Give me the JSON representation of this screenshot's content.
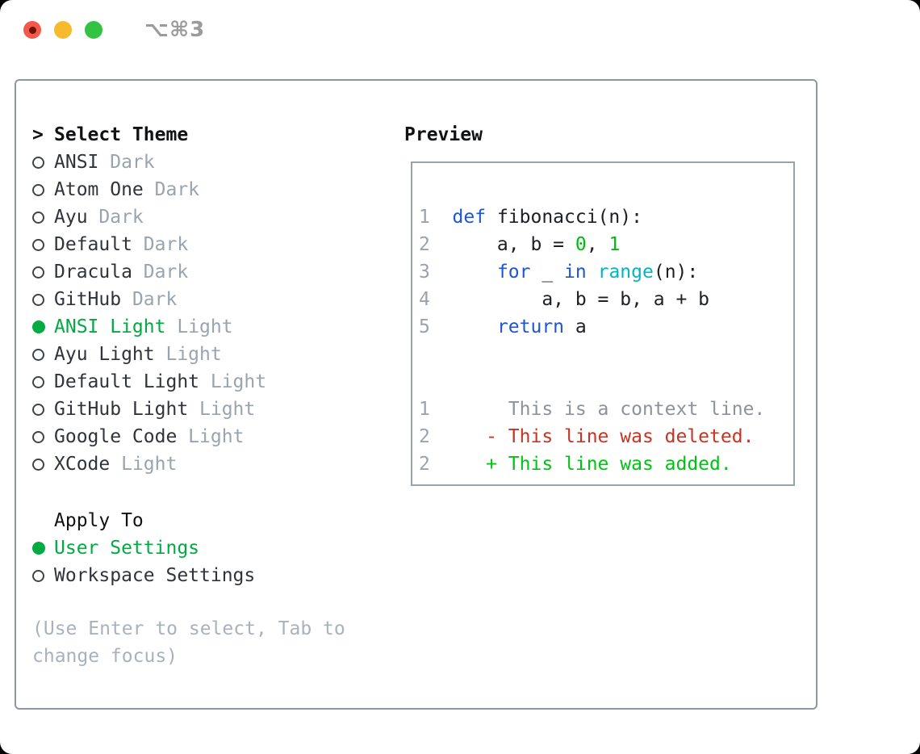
{
  "window": {
    "shortcut_label": "⌥⌘3"
  },
  "colors": {
    "ui_green": "#00ab42",
    "code_keyword": "#1e56d0",
    "code_builtin": "#00b5c4",
    "code_number": "#00bb10",
    "code_added": "#00c414",
    "code_deleted": "#c93321",
    "gray_tag": "#9aa4ae",
    "gray_help": "#a9b2bc",
    "gray_gutter": "#9aa3ad",
    "gray_context": "#8d939b",
    "text_dark": "#30343a",
    "text_black": "#101214",
    "border_panel": "#8f97a3",
    "border_box": "#9aa2ac",
    "light_red": "#f4574c",
    "light_red_inner": "#6e130a",
    "light_yellow": "#f7ba2f",
    "light_green": "#31c341",
    "shortcut_gray": "#9b9b9b"
  },
  "theme_list": {
    "title_marker": ">",
    "title": "Select Theme",
    "items": [
      {
        "name": "ANSI",
        "tag": "Dark",
        "selected": false
      },
      {
        "name": "Atom One",
        "tag": "Dark",
        "selected": false
      },
      {
        "name": "Ayu",
        "tag": "Dark",
        "selected": false
      },
      {
        "name": "Default",
        "tag": "Dark",
        "selected": false
      },
      {
        "name": "Dracula",
        "tag": "Dark",
        "selected": false
      },
      {
        "name": "GitHub",
        "tag": "Dark",
        "selected": false
      },
      {
        "name": "ANSI Light",
        "tag": "Light",
        "selected": true
      },
      {
        "name": "Ayu Light",
        "tag": "Light",
        "selected": false
      },
      {
        "name": "Default Light",
        "tag": "Light",
        "selected": false
      },
      {
        "name": "GitHub Light",
        "tag": "Light",
        "selected": false
      },
      {
        "name": "Google Code",
        "tag": "Light",
        "selected": false
      },
      {
        "name": "XCode",
        "tag": "Light",
        "selected": false
      }
    ]
  },
  "apply_to": {
    "title": "Apply To",
    "options": [
      {
        "label": "User Settings",
        "selected": true
      },
      {
        "label": "Workspace Settings",
        "selected": false
      }
    ]
  },
  "help_text": "(Use Enter to select, Tab to change focus)",
  "preview": {
    "title": "Preview",
    "lines": [
      {
        "num": "1",
        "segments": [
          {
            "t": "def",
            "c": "kw"
          },
          {
            "t": " fibonacci(n):",
            "c": "fg"
          }
        ]
      },
      {
        "num": "2",
        "segments": [
          {
            "t": "    a, b = ",
            "c": "fg"
          },
          {
            "t": "0",
            "c": "num"
          },
          {
            "t": ", ",
            "c": "fg"
          },
          {
            "t": "1",
            "c": "num"
          }
        ]
      },
      {
        "num": "3",
        "segments": [
          {
            "t": "    ",
            "c": "fg"
          },
          {
            "t": "for",
            "c": "kw"
          },
          {
            "t": " _ ",
            "c": "fg"
          },
          {
            "t": "in",
            "c": "kw"
          },
          {
            "t": " ",
            "c": "fg"
          },
          {
            "t": "range",
            "c": "builtin"
          },
          {
            "t": "(n):",
            "c": "fg"
          }
        ]
      },
      {
        "num": "4",
        "segments": [
          {
            "t": "        a, b = b, a + b",
            "c": "fg"
          }
        ]
      },
      {
        "num": "5",
        "segments": [
          {
            "t": "    ",
            "c": "fg"
          },
          {
            "t": "return",
            "c": "kw"
          },
          {
            "t": " a",
            "c": "fg"
          }
        ]
      },
      {
        "num": "",
        "segments": []
      },
      {
        "num": "",
        "segments": []
      },
      {
        "num": "1",
        "segments": [
          {
            "t": "     This is a context line.",
            "c": "ctx"
          }
        ]
      },
      {
        "num": "2",
        "segments": [
          {
            "t": "   - This line was deleted.",
            "c": "del"
          }
        ]
      },
      {
        "num": "2",
        "segments": [
          {
            "t": "   + This line was added.",
            "c": "add"
          }
        ]
      }
    ]
  }
}
